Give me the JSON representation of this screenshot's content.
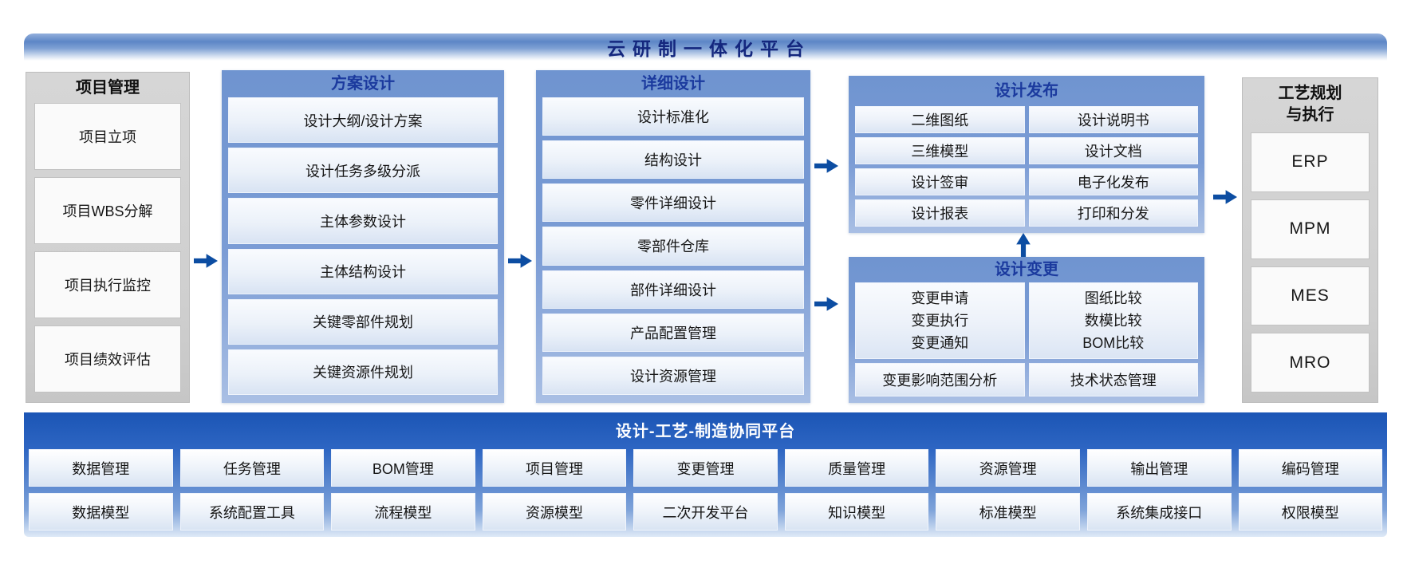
{
  "banner": {
    "title": "云研制一体化平台"
  },
  "columns": [
    {
      "title": "项目管理",
      "items": [
        "项目立项",
        "项目WBS分解",
        "项目执行监控",
        "项目绩效评估"
      ]
    },
    {
      "title": "方案设计",
      "items": [
        "设计大纲/设计方案",
        "设计任务多级分派",
        "主体参数设计",
        "主体结构设计",
        "关键零部件规划",
        "关键资源件规划"
      ]
    },
    {
      "title": "详细设计",
      "items": [
        "设计标准化",
        "结构设计",
        "零件详细设计",
        "零部件仓库",
        "部件详细设计",
        "产品配置管理",
        "设计资源管理"
      ]
    }
  ],
  "release": {
    "title": "设计发布",
    "left": [
      "二维图纸",
      "三维模型",
      "设计签审",
      "设计报表"
    ],
    "right": [
      "设计说明书",
      "设计文档",
      "电子化发布",
      "打印和分发"
    ]
  },
  "change": {
    "title": "设计变更",
    "left_lines": [
      "变更申请",
      "变更执行",
      "变更通知"
    ],
    "right_lines": [
      "图纸比较",
      "数模比较",
      "BOM比较"
    ],
    "bottom_left": "变更影响范围分析",
    "bottom_right": "技术状态管理"
  },
  "process": {
    "title_line1": "工艺规划",
    "title_line2": "与执行",
    "items": [
      "ERP",
      "MPM",
      "MES",
      "MRO"
    ]
  },
  "platform": {
    "title": "设计-工艺-制造协同平台",
    "row1": [
      "数据管理",
      "任务管理",
      "BOM管理",
      "项目管理",
      "变更管理",
      "质量管理",
      "资源管理",
      "输出管理",
      "编码管理"
    ],
    "row2": [
      "数据模型",
      "系统配置工具",
      "流程模型",
      "资源模型",
      "二次开发平台",
      "知识模型",
      "标准模型",
      "系统集成接口",
      "权限模型"
    ]
  },
  "colors": {
    "navy_text": "#1b3a9e",
    "banner_text": "#14277e",
    "column_blue": "#7095cf",
    "column_gray": "#d3d3d3",
    "arrow_blue": "#0c4da2",
    "platform_blue": "#1b55b5"
  }
}
